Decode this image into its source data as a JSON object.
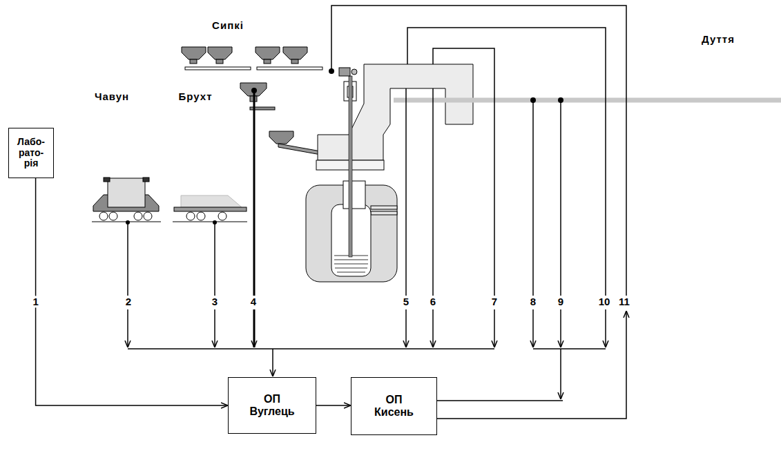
{
  "diagram": {
    "nodes": [
      {
        "text": [
          "Лабо- рато- рія"
        ]
      },
      {
        "text": [
          "ОП Вуглець"
        ]
      },
      {
        "text": [
          "ОП Кисень"
        ]
      }
    ],
    "edges": [
      {
        "from": 0,
        "to": 1,
        "arrow": "to",
        "label": "1"
      },
      {
        "from": 1,
        "to": 2,
        "arrow": "to"
      }
    ],
    "labels": [
      "Сипкі",
      "Чавун",
      "Брухт",
      "Дуття",
      "2",
      "3",
      "4",
      "5",
      "6",
      "7",
      "8",
      "9",
      "10",
      "11"
    ]
  }
}
